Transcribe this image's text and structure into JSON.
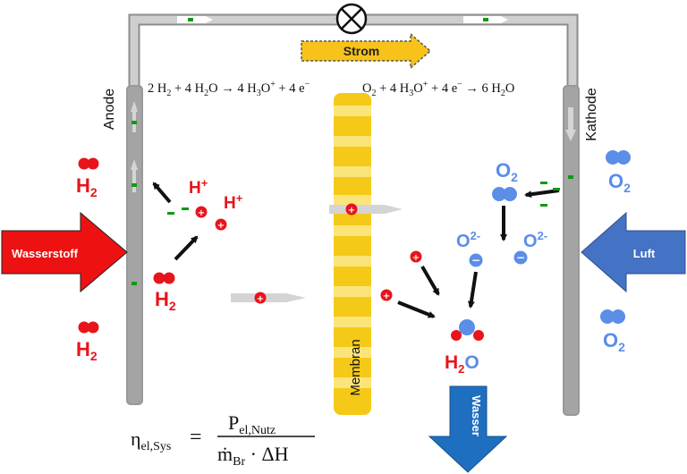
{
  "labels": {
    "anode": "Anode",
    "kathode": "Kathode",
    "strom": "Strom",
    "membran": "Membran",
    "wasserstoff": "Wasserstoff",
    "luft": "Luft",
    "wasser": "Wasser"
  },
  "equations": {
    "anode": {
      "t1": "2 H",
      "s1": "2",
      "t2": " + 4 H",
      "s2": "2",
      "t3": "O → 4 H",
      "s3": "3",
      "t4": "O",
      "sup1": "+",
      "t5": " + 4 e",
      "sup2": "−"
    },
    "cathode": {
      "t1": "O",
      "s1": "2",
      "t2": " + 4 H",
      "s2": "3",
      "t3": "O",
      "sup1": "+",
      "t4": " + 4 e",
      "sup2": "−",
      "t5": " → 6 H",
      "s3": "2",
      "t6": "O"
    },
    "efficiency": {
      "eta": "η",
      "eta_sub": "el,Sys",
      "equals": "=",
      "num": "P",
      "num_sub": "el,Nutz",
      "den": "ṁ",
      "den_sub": "Br",
      "den_rest": " · ΔH"
    }
  },
  "species": {
    "h2": "H",
    "h2_sub": "2",
    "hplus": "H",
    "hplus_sup": "+",
    "o2": "O",
    "o2_sub": "2",
    "o2minus": "O",
    "o2minus_sup": "2-",
    "h2o_h": "H",
    "h2o_sub": "2",
    "h2o_o": "O"
  },
  "colors": {
    "hydrogen_red": "#e8141b",
    "oxygen_blue": "#5b8ee6",
    "membrane_yellow": "#f5c918",
    "membrane_light": "#fbe57a",
    "electrode_gray": "#9a9a9a",
    "wire_gray": "#c3c3c3",
    "wasserstoff_arrow": "#ee1111",
    "luft_arrow": "#4472c4",
    "wasser_arrow": "#1f6fc0",
    "strom_arrow": "#f7c21a",
    "electron_green": "#119911"
  }
}
